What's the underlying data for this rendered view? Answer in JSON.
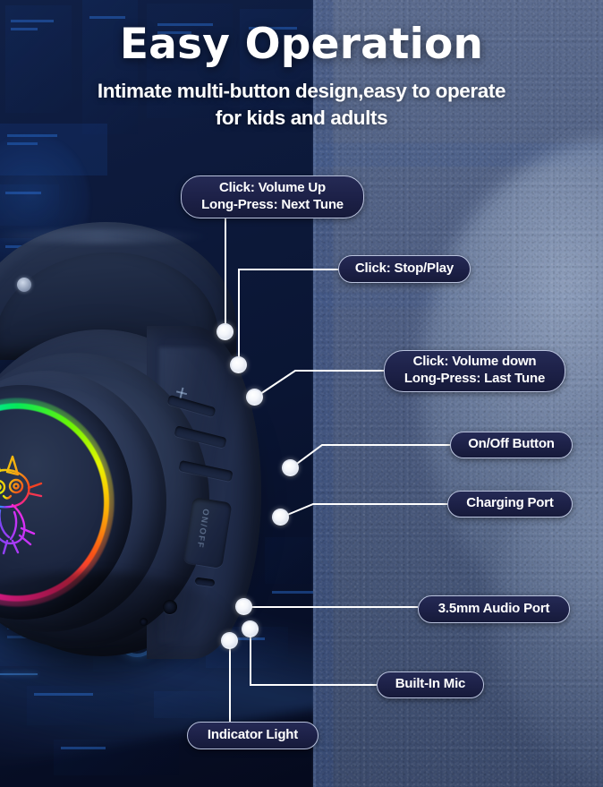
{
  "header": {
    "title": "Easy Operation",
    "subtitle_line1": "Intimate multi-button design,easy to operate",
    "subtitle_line2": "for kids and adults"
  },
  "product": {
    "name": "over-ear-bluetooth-headphone",
    "onoff_engraving": "ON/OFF",
    "rgb_ring_colors": [
      "#ff2d9b",
      "#c13cff",
      "#7b4cff",
      "#2fa8ff",
      "#23e3d8",
      "#27e06b",
      "#7ff02a",
      "#e9f52a",
      "#ffb52a",
      "#ff5a2a"
    ]
  },
  "callouts": [
    {
      "id": "volup",
      "line1": "Click: Volume Up",
      "line2": "Long-Press: Next Tune"
    },
    {
      "id": "stop",
      "line1": "Click: Stop/Play",
      "line2": ""
    },
    {
      "id": "voldown",
      "line1": "Click: Volume down",
      "line2": "Long-Press: Last Tune"
    },
    {
      "id": "onoff",
      "line1": "On/Off Button",
      "line2": ""
    },
    {
      "id": "charge",
      "line1": "Charging Port",
      "line2": ""
    },
    {
      "id": "audio",
      "line1": "3.5mm Audio Port",
      "line2": ""
    },
    {
      "id": "mic",
      "line1": "Built-In Mic",
      "line2": ""
    },
    {
      "id": "ind",
      "line1": "Indicator Light",
      "line2": ""
    }
  ],
  "colors": {
    "pill_background": "#1d2148",
    "pill_border": "#b9c2dd",
    "text": "#ffffff",
    "bg_left": "#0a1533",
    "bg_right": "#4d5d82",
    "connector": "#ffffff",
    "dot": "#ffffff"
  }
}
